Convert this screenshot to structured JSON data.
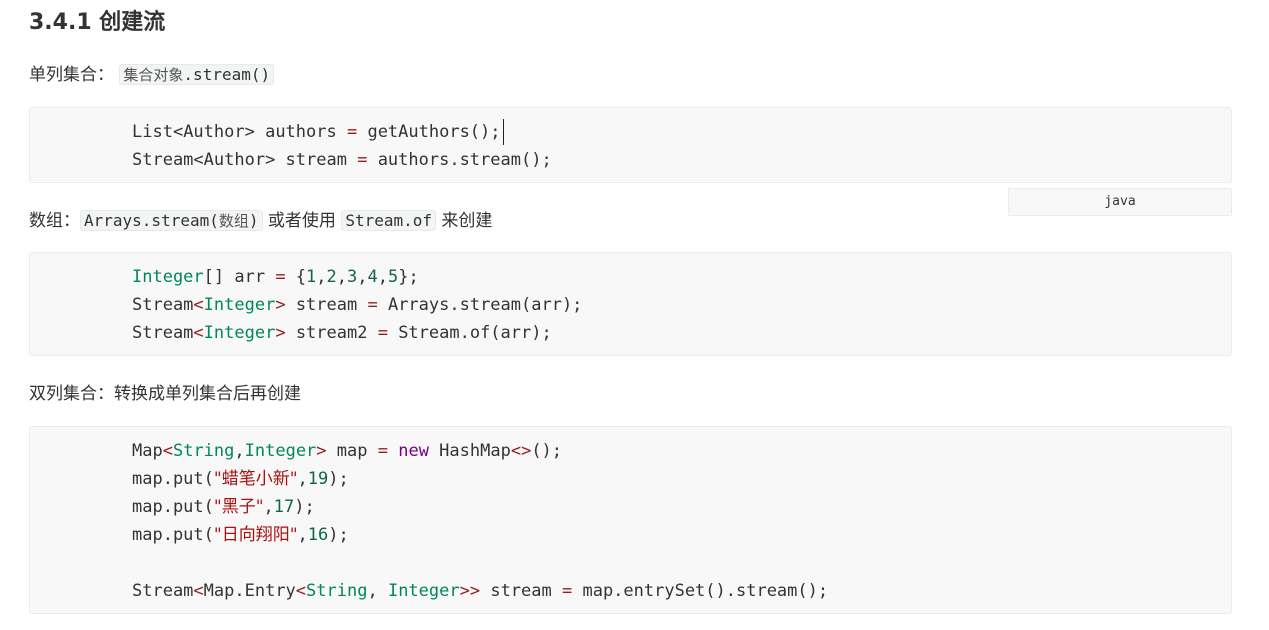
{
  "heading": "3.4.1 创建流",
  "section_single": {
    "label": "单列集合：",
    "inline_code_cjk": "集合对象",
    "inline_code_rest": ".stream()"
  },
  "code_single": {
    "line1": {
      "a": "List",
      "b": "<Author>",
      "c": " authors ",
      "d": "=",
      "e": " getAuthors();"
    },
    "line2": {
      "a": "Stream",
      "b": "<Author>",
      "c": " stream ",
      "d": "=",
      "e": " authors.stream();"
    }
  },
  "language_tag": "java",
  "section_array": {
    "label": "数组：",
    "inline_code1_a": "Arrays.stream(",
    "inline_code1_cjk": "数组",
    "inline_code1_b": ")",
    "middle_text": " 或者使用 ",
    "inline_code2": "Stream.of",
    "end_text": " 来创建"
  },
  "code_array": {
    "l1_type": "Integer",
    "l1_rest": "[] arr ",
    "l1_eq": "=",
    "l1_open": " {",
    "nums": [
      "1",
      "2",
      "3",
      "4",
      "5"
    ],
    "l1_close": "};",
    "l2_a": "Stream",
    "l2_lt": "<",
    "l2_type": "Integer",
    "l2_gt": ">",
    "l2_b": " stream ",
    "l2_eq": "=",
    "l2_c": " Arrays.stream(arr);",
    "l3_a": "Stream",
    "l3_lt": "<",
    "l3_type": "Integer",
    "l3_gt": ">",
    "l3_b": " stream2 ",
    "l3_eq": "=",
    "l3_c": " Stream.of(arr);"
  },
  "section_double": {
    "label": "双列集合：转换成单列集合后再创建"
  },
  "code_double": {
    "l1_map": "Map",
    "l1_lt": "<",
    "l1_t1": "String",
    "l1_comma": ",",
    "l1_t2": "Integer",
    "l1_gt": ">",
    "l1_var": " map ",
    "l1_eq": "=",
    "l1_new": " new",
    "l1_cls": " HashMap",
    "l1_diamond": "<>",
    "l1_end": "();",
    "puts": [
      {
        "pre": "map.put(",
        "str": "\"蜡笔小新\"",
        "comma": ",",
        "num": "19",
        "end": ");"
      },
      {
        "pre": "map.put(",
        "str": "\"黑子\"",
        "comma": ",",
        "num": "17",
        "end": ");"
      },
      {
        "pre": "map.put(",
        "str": "\"日向翔阳\"",
        "comma": ",",
        "num": "16",
        "end": ");"
      }
    ],
    "l6_a": "Stream",
    "l6_lt": "<",
    "l6_b": "Map.Entry",
    "l6_lt2": "<",
    "l6_t1": "String",
    "l6_comma": ", ",
    "l6_t2": "Integer",
    "l6_gt": ">>",
    "l6_c": " stream ",
    "l6_eq": "=",
    "l6_d": " map.entrySet().stream();"
  }
}
